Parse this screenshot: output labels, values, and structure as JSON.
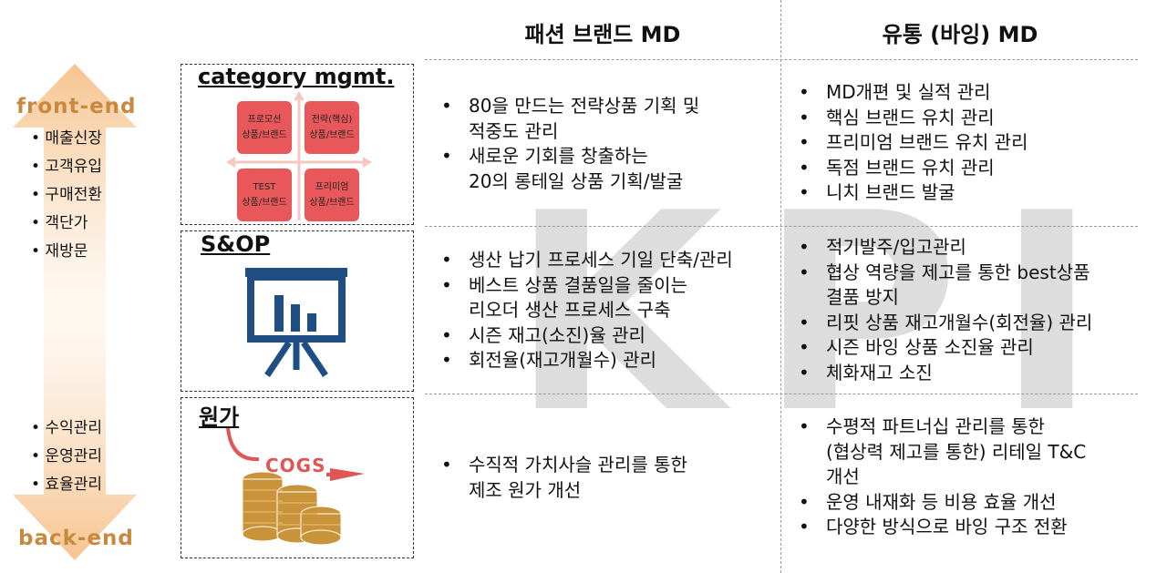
{
  "watermark": "KPI",
  "headers": {
    "fashion": "패션 브랜드 MD",
    "retail": "유통 (바잉) MD"
  },
  "side": {
    "front": "front-end",
    "back": "back-end",
    "front_items": [
      "매출신장",
      "고객유입",
      "구매전환",
      "객단가",
      "재방문"
    ],
    "back_items": [
      "수익관리",
      "운영관리",
      "효율관리"
    ]
  },
  "boxes": {
    "category": {
      "title": "category mgmt.",
      "quadrants": [
        [
          "프로모션",
          "상품/브랜드"
        ],
        [
          "전략(핵심)",
          "상품/브랜드"
        ],
        [
          "TEST",
          "상품/브랜드"
        ],
        [
          "프리미엄",
          "상품/브랜드"
        ]
      ]
    },
    "sop": {
      "title": "S&OP"
    },
    "cost": {
      "title": "원가",
      "cogs": "COGS"
    }
  },
  "fashion": {
    "row1": [
      {
        "t": "80을 만드는 전략상품 기획 및",
        "b": true
      },
      {
        "t": "적중도 관리",
        "b": false
      },
      {
        "t": "새로운 기회를 창출하는",
        "b": true
      },
      {
        "t": "20의 롱테일 상품 기획/발굴",
        "b": false
      }
    ],
    "row2": [
      {
        "t": "생산 납기 프로세스 기일 단축/관리",
        "b": true
      },
      {
        "t": "베스트 상품 결품일을 줄이는",
        "b": true
      },
      {
        "t": "리오더 생산 프로세스 구축",
        "b": false
      },
      {
        "t": "시즌 재고(소진)율 관리",
        "b": true
      },
      {
        "t": "회전율(재고개월수) 관리",
        "b": true
      }
    ],
    "row3": [
      {
        "t": "수직적 가치사슬 관리를 통한",
        "b": true
      },
      {
        "t": "제조 원가 개선",
        "b": false
      }
    ]
  },
  "retail": {
    "row1": [
      {
        "t": "MD개편 및 실적 관리",
        "b": true
      },
      {
        "t": "핵심 브랜드 유치 관리",
        "b": true
      },
      {
        "t": "프리미엄 브랜드 유치 관리",
        "b": true
      },
      {
        "t": "독점 브랜드 유치 관리",
        "b": true
      },
      {
        "t": "니치 브랜드 발굴",
        "b": true
      }
    ],
    "row2": [
      {
        "t": "적기발주/입고관리",
        "b": true
      },
      {
        "t": "협상 역량을 제고를 통한 best상품",
        "b": true
      },
      {
        "t": "결품 방지",
        "b": false
      },
      {
        "t": "리핏 상품 재고개월수(회전율) 관리",
        "b": true
      },
      {
        "t": "시즌 바잉 상품 소진율 관리",
        "b": true
      },
      {
        "t": "체화재고 소진",
        "b": true
      }
    ],
    "row3": [
      {
        "t": "수평적 파트너십 관리를 통한",
        "b": true
      },
      {
        "t": "(협상력 제고를 통한) 리테일 T&C",
        "b": false
      },
      {
        "t": "개선",
        "b": false
      },
      {
        "t": "운영 내재화 등 비용 효율 개선",
        "b": true
      },
      {
        "t": "다양한 방식으로 바잉 구조 전환",
        "b": true
      }
    ]
  },
  "colors": {
    "arrow_top": "#f6c48f",
    "arrow_bottom": "#f6c48f",
    "label": "#c8893e",
    "red": "#e8575a",
    "navy": "#1f4e84",
    "coin": "#c9933a"
  }
}
